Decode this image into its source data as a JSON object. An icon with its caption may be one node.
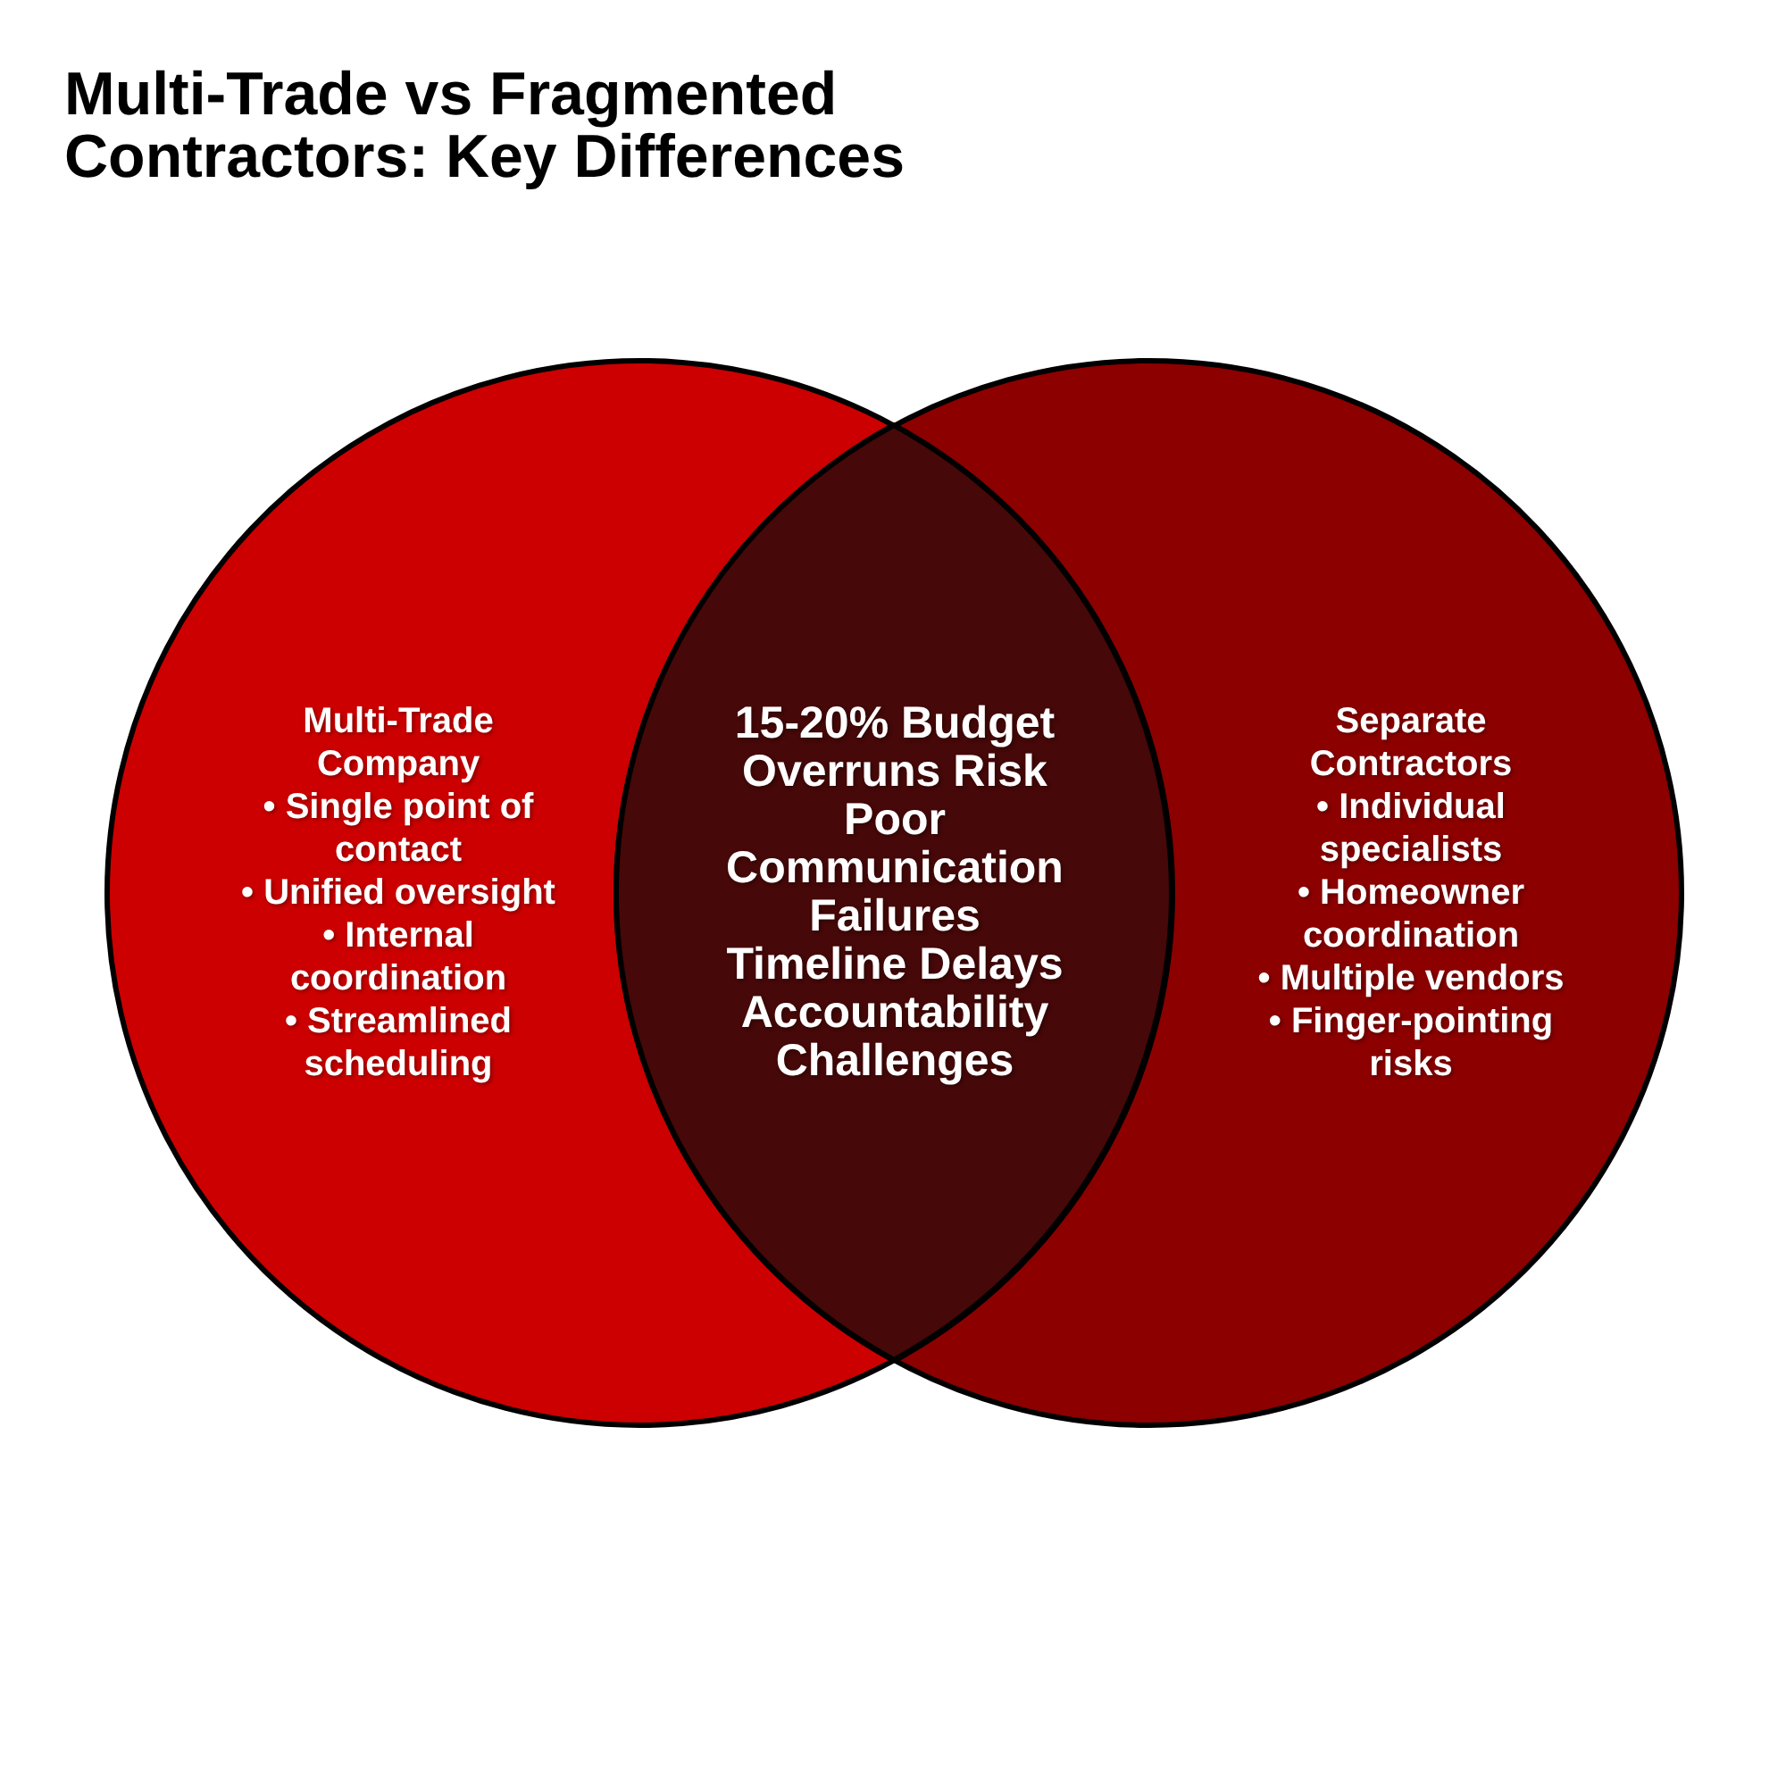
{
  "diagram": {
    "title": "Multi-Trade vs Fragmented Contractors: Key Differences",
    "nodes": [
      {
        "text": [
          "Multi-Trade Company",
          "• Single point of contact",
          "• Unified oversight",
          "• Internal coordination",
          "• Streamlined scheduling"
        ]
      },
      {
        "text": [
          "15-20% Budget Overruns Risk",
          "Poor Communication Failures",
          "Timeline Delays",
          "Accountability Challenges"
        ]
      },
      {
        "text": [
          "Separate Contractors",
          "• Individual specialists",
          "• Homeowner coordination",
          "• Multiple vendors",
          "• Finger-pointing risks"
        ]
      }
    ]
  }
}
